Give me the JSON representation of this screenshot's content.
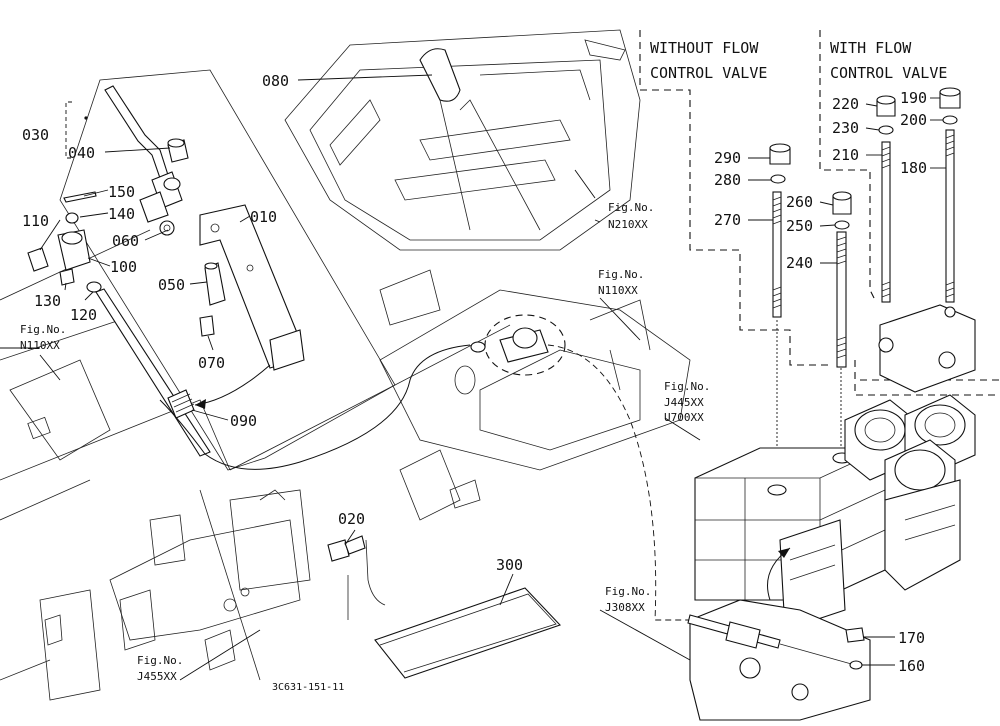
{
  "part_labels": [
    {
      "id": "030",
      "text": "030"
    },
    {
      "id": "040",
      "text": "040"
    },
    {
      "id": "080",
      "text": "080"
    },
    {
      "id": "150",
      "text": "150"
    },
    {
      "id": "140",
      "text": "140"
    },
    {
      "id": "110",
      "text": "110"
    },
    {
      "id": "060",
      "text": "060"
    },
    {
      "id": "010",
      "text": "010"
    },
    {
      "id": "100",
      "text": "100"
    },
    {
      "id": "050",
      "text": "050"
    },
    {
      "id": "130",
      "text": "130"
    },
    {
      "id": "120",
      "text": "120"
    },
    {
      "id": "070",
      "text": "070"
    },
    {
      "id": "090",
      "text": "090"
    },
    {
      "id": "020",
      "text": "020"
    },
    {
      "id": "300",
      "text": "300"
    },
    {
      "id": "290",
      "text": "290"
    },
    {
      "id": "280",
      "text": "280"
    },
    {
      "id": "270",
      "text": "270"
    },
    {
      "id": "260",
      "text": "260"
    },
    {
      "id": "250",
      "text": "250"
    },
    {
      "id": "240",
      "text": "240"
    },
    {
      "id": "220",
      "text": "220"
    },
    {
      "id": "190",
      "text": "190"
    },
    {
      "id": "230",
      "text": "230"
    },
    {
      "id": "200",
      "text": "200"
    },
    {
      "id": "210",
      "text": "210"
    },
    {
      "id": "180",
      "text": "180"
    },
    {
      "id": "170",
      "text": "170"
    },
    {
      "id": "160",
      "text": "160"
    }
  ],
  "figure_refs": [
    {
      "id": "n110-left",
      "line1": "Fig.No.",
      "line2": "N110XX"
    },
    {
      "id": "n210",
      "line1": "Fig.No.",
      "line2": "N210XX"
    },
    {
      "id": "n110-mid",
      "line1": "Fig.No.",
      "line2": "N110XX"
    },
    {
      "id": "j445",
      "line1": "Fig.No.",
      "line2": "J445XX",
      "line3": "U700XX"
    },
    {
      "id": "j455",
      "line1": "Fig.No.",
      "line2": "J455XX"
    },
    {
      "id": "j308",
      "line1": "Fig.No.",
      "line2": "J308XX"
    }
  ],
  "variant_headers": {
    "without_line1": "WITHOUT FLOW",
    "without_line2": "CONTROL VALVE",
    "with_line1": "WITH FLOW",
    "with_line2": "CONTROL VALVE"
  },
  "drawing_code": "3C631-151-11"
}
